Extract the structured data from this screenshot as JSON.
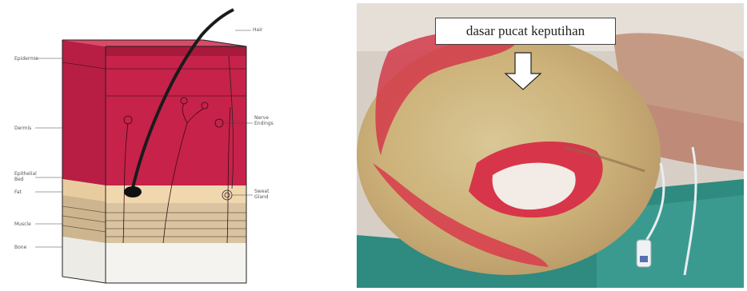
{
  "left_figure": {
    "labels": {
      "hair": "Hair",
      "epidermis": "Epidermis",
      "dermis": "Dermis",
      "nerve_endings": "Nerve\nEndings",
      "epithelial_bed": "Epithelial\nBed",
      "fat": "Fat",
      "sweat_gland": "Sweat\nGland",
      "muscle": "Muscle",
      "bone": "Bone"
    }
  },
  "right_photo": {
    "callout": "dasar pucat keputihan"
  },
  "colors": {
    "dermis_red": "#c7224a",
    "dermis_light": "#d84b67",
    "fat": "#f0d7ae",
    "muscle": "#d9c3a0",
    "bone": "#f2f2ee",
    "drape_teal": "#2f8a80"
  }
}
